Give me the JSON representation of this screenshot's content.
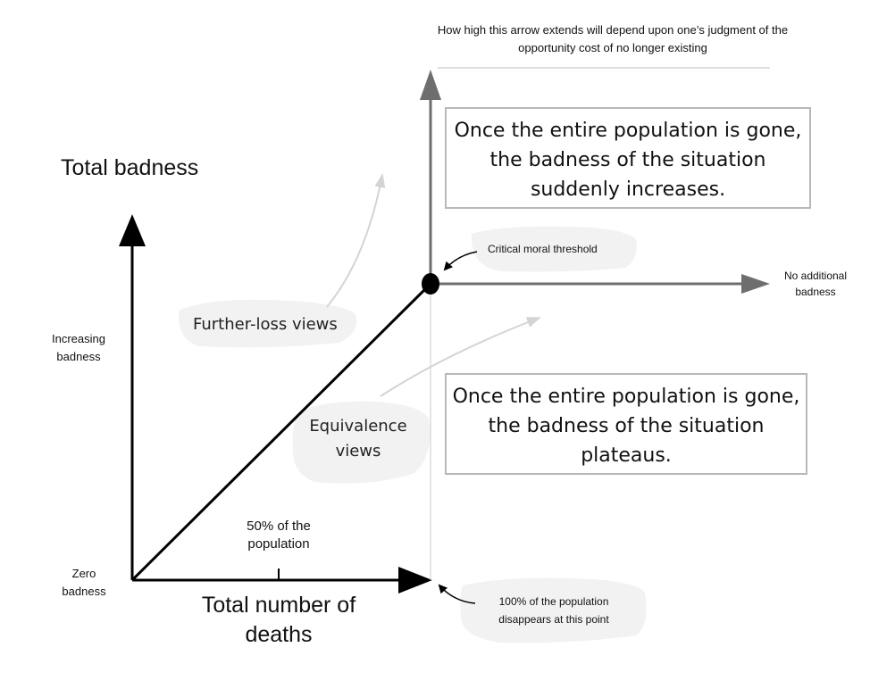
{
  "title": "Total badness",
  "y_axis": {
    "top_label": "Increasing badness",
    "bottom_label": "Zero badness"
  },
  "x_axis": {
    "title": "Total number of deaths",
    "tick_label": "50% of the population"
  },
  "top_note": "How high this arrow extends will depend upon one’s judgment of the opportunity cost of no longer existing",
  "threshold_label": "Critical moral threshold",
  "right_arrow_label": "No additional badness",
  "point_100_label": "100% of the population disappears at this point",
  "further_loss_label": "Further-loss views",
  "equivalence_label": "Equivalence views",
  "box_top": {
    "line1": "Once the entire population is gone,",
    "line2": "the badness of the situation",
    "line3": "suddenly increases."
  },
  "box_bottom": {
    "line1": "Once the entire population is gone,",
    "line2": "the badness of the situation",
    "line3": "plateaus."
  },
  "colors": {
    "axis": "#000000",
    "arrow_gray": "#6e6e6e",
    "pointer_light": "#cfcfcf",
    "box_border": "#b8b8b8",
    "highlight": "#f2f2f2"
  },
  "icons": [
    "threshold-point-icon",
    "arrow-icon"
  ]
}
